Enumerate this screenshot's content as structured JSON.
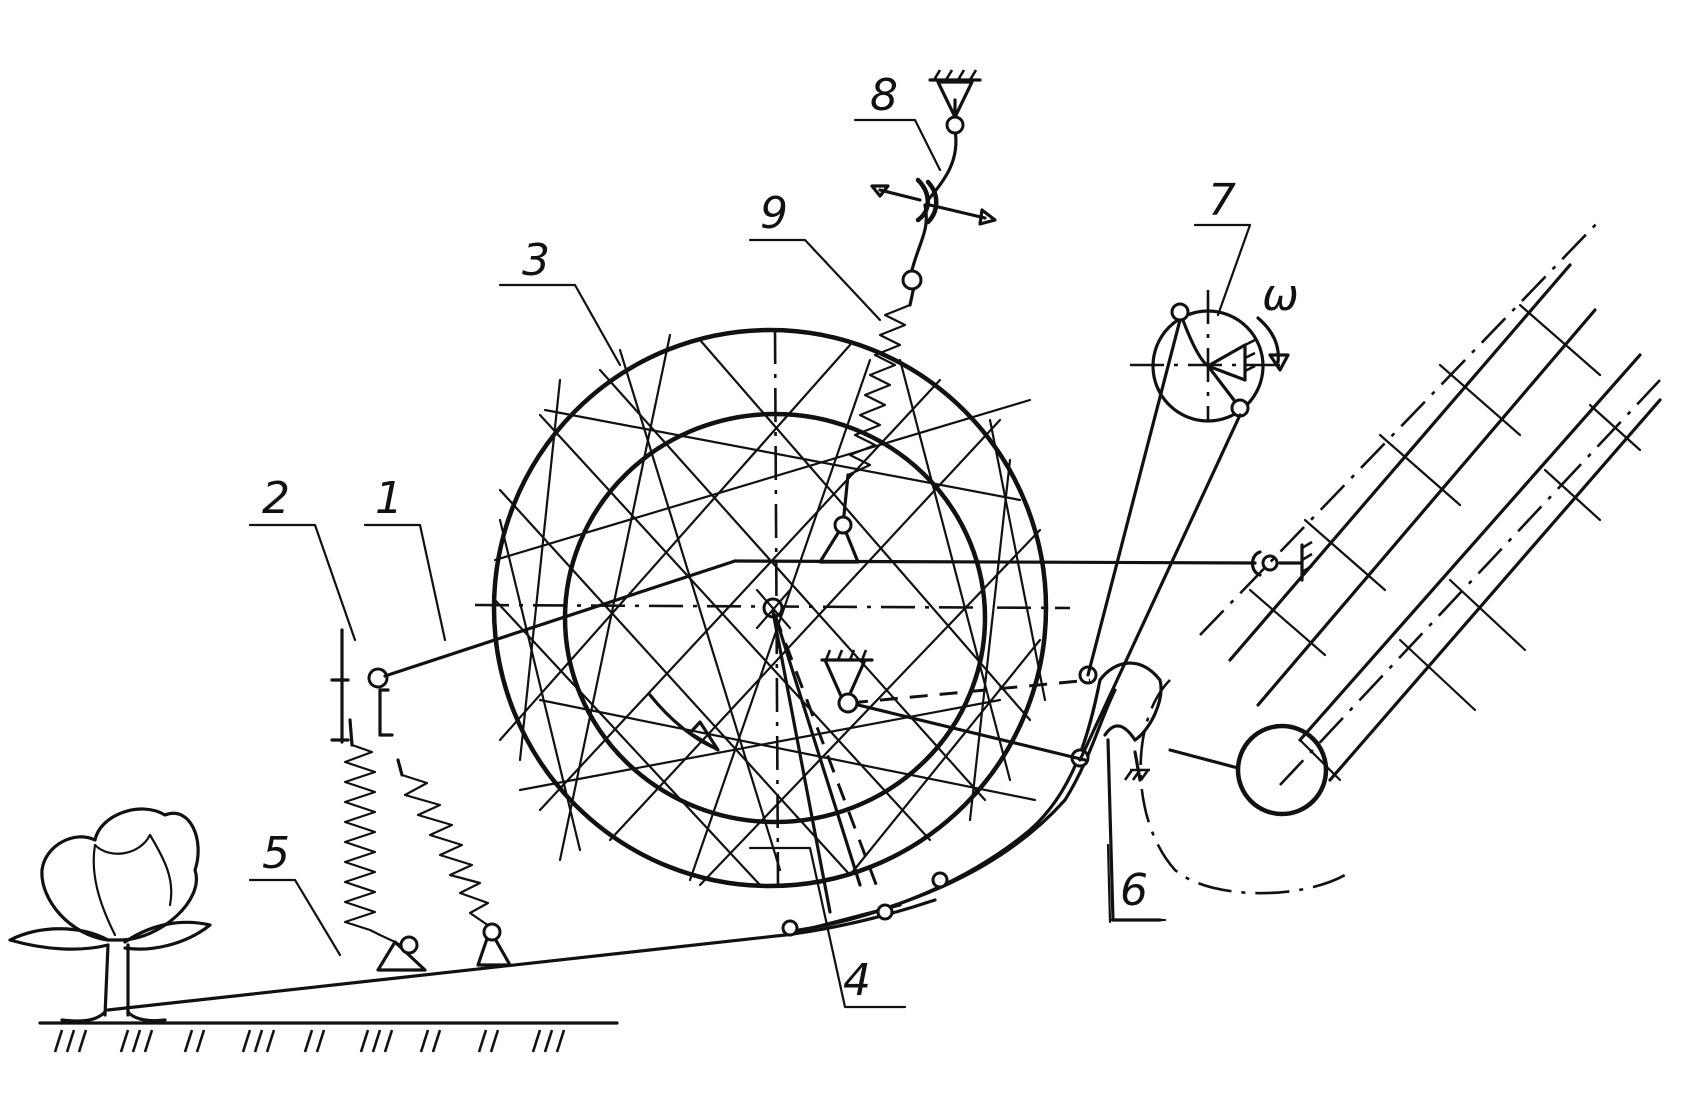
{
  "labels": {
    "part_1": "1",
    "part_2": "2",
    "part_3": "3",
    "part_4": "4",
    "part_5": "5",
    "part_6": "6",
    "part_7": "7",
    "part_8": "8",
    "part_9": "9",
    "omega": "ω"
  }
}
